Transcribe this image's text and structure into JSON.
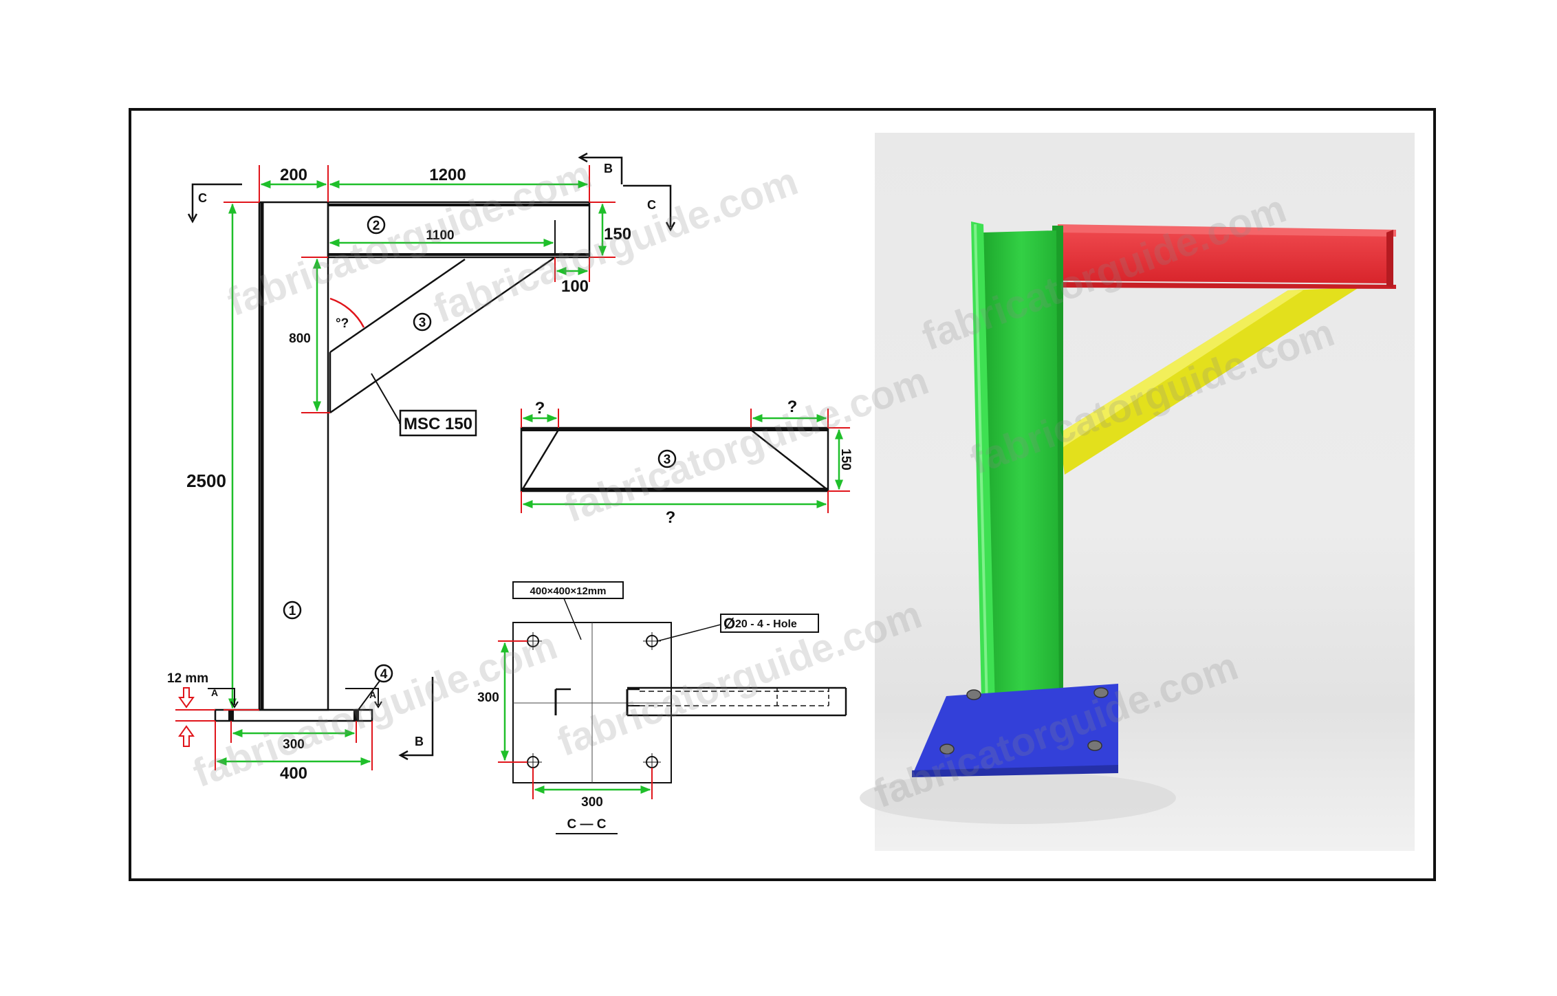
{
  "drawing": {
    "top_dims": {
      "col_width": "200",
      "beam_length": "1200",
      "beam_height": "150",
      "beam_inner": "1100",
      "beam_end": "100"
    },
    "column": {
      "height": "2500",
      "brace_drop": "800",
      "angle": "°?",
      "base_thk": "12 mm",
      "bolt_span": "300",
      "plate_width": "400"
    },
    "section_markers": {
      "c": "C",
      "b": "B",
      "a": "A"
    },
    "callouts": {
      "part1": "1",
      "part2": "2",
      "part3": "3",
      "part4": "4",
      "msc": "MSC 150"
    },
    "brace_detail": {
      "left_q": "?",
      "right_q": "?",
      "height": "150",
      "length_q": "?",
      "part": "3"
    },
    "base_plate": {
      "plate_spec": "400×400×12mm",
      "hole_spec": "20 - 4 - Hole",
      "hole_symbol": "Ø",
      "side_300": "300",
      "bottom_300": "300",
      "section_title": "C — C"
    }
  },
  "watermark": "fabricatorguide.com",
  "colors": {
    "dim_green": "#1fbf2a",
    "dim_red": "#e0141a",
    "column_green": "#2ecc40",
    "beam_red": "#e8333b",
    "brace_yellow": "#e3e01c",
    "plate_blue": "#3340d9"
  }
}
